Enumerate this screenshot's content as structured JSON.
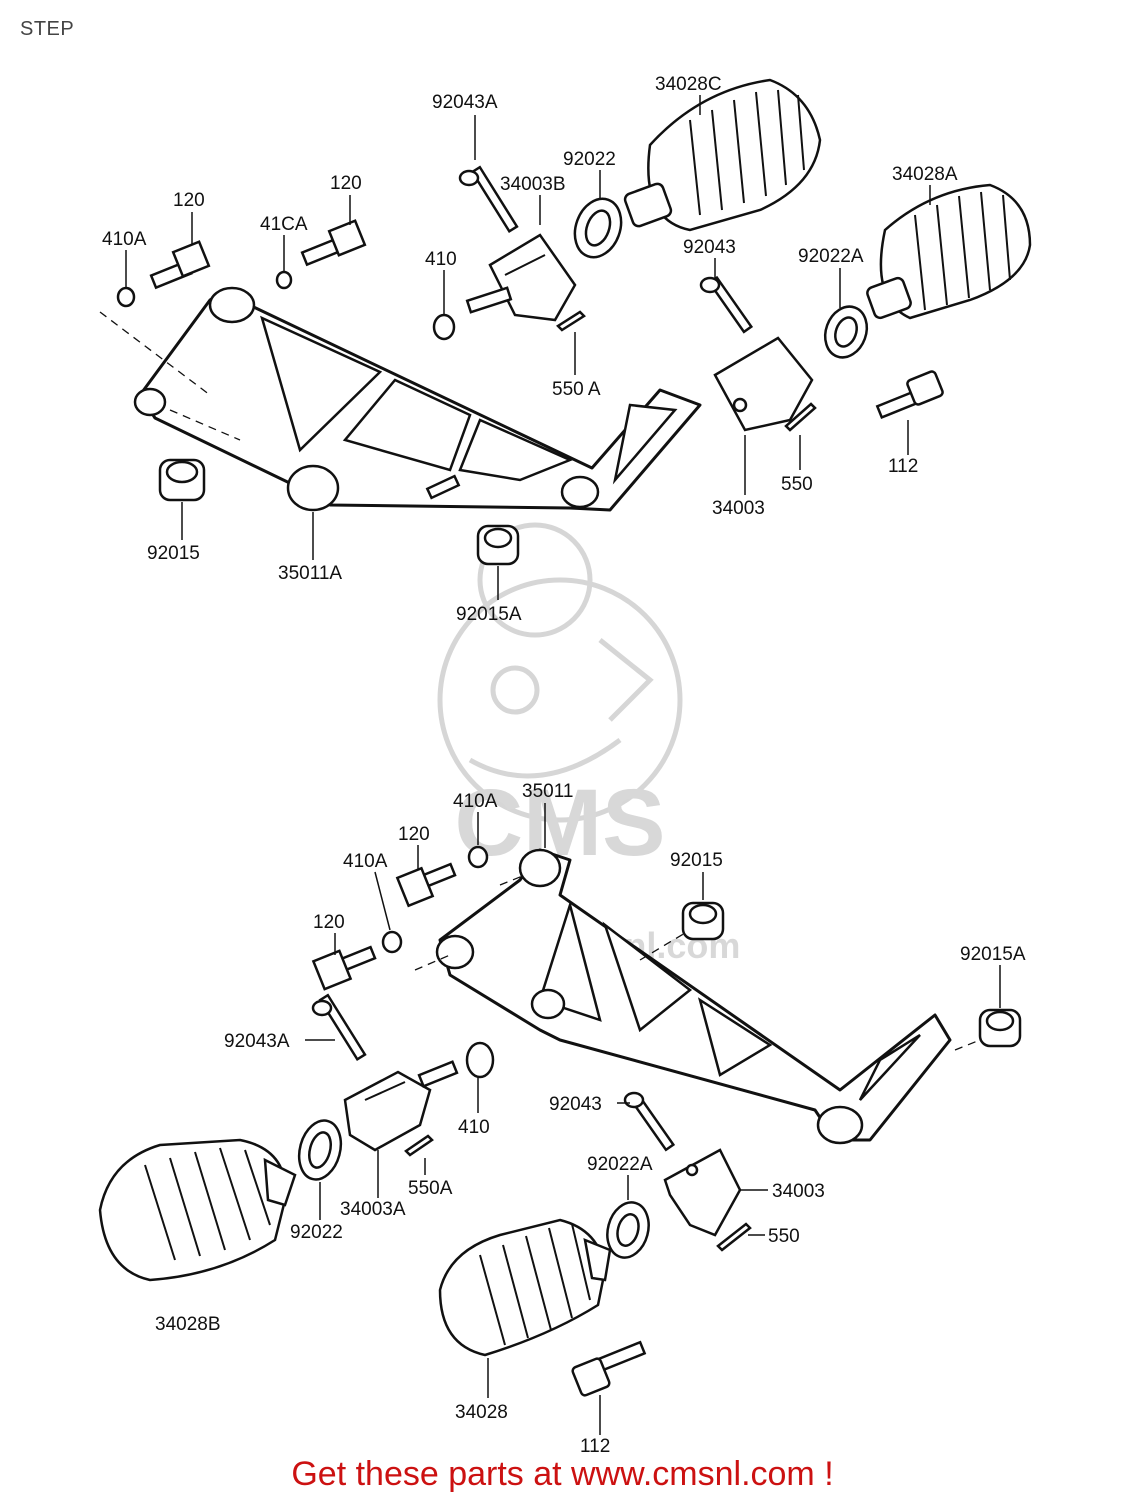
{
  "title": "STEP",
  "watermark": {
    "brand": "CMS",
    "url": "www.cmsnl.com"
  },
  "footer": "Get these parts at www.cmsnl.com !",
  "colors": {
    "footer": "#cc1111",
    "ink": "#111111",
    "watermark": "#d8d8d8"
  },
  "labels": {
    "u_92043A": "92043A",
    "u_34028C": "34028C",
    "u_34003B": "34003B",
    "u_92022": "92022",
    "u_120a": "120",
    "u_120b": "120",
    "u_410A": "410A",
    "u_41CA": "41CA",
    "u_410": "410",
    "u_34028A": "34028A",
    "u_92043": "92043",
    "u_92022A": "92022A",
    "u_550A": "550 A",
    "u_112": "112",
    "u_550": "550",
    "u_34003": "34003",
    "u_92015": "92015",
    "u_35011A": "35011A",
    "u_92015A": "92015A",
    "l_35011": "35011",
    "l_410Aa": "410A",
    "l_120a": "120",
    "l_410Ab": "410A",
    "l_92015": "92015",
    "l_120b": "120",
    "l_92015A": "92015A",
    "l_92043A": "92043A",
    "l_410": "410",
    "l_92043": "92043",
    "l_550A": "550A",
    "l_92022A": "92022A",
    "l_34003": "34003",
    "l_92022": "92022",
    "l_34003A": "34003A",
    "l_550": "550",
    "l_34028B": "34028B",
    "l_34028": "34028",
    "l_112": "112"
  }
}
